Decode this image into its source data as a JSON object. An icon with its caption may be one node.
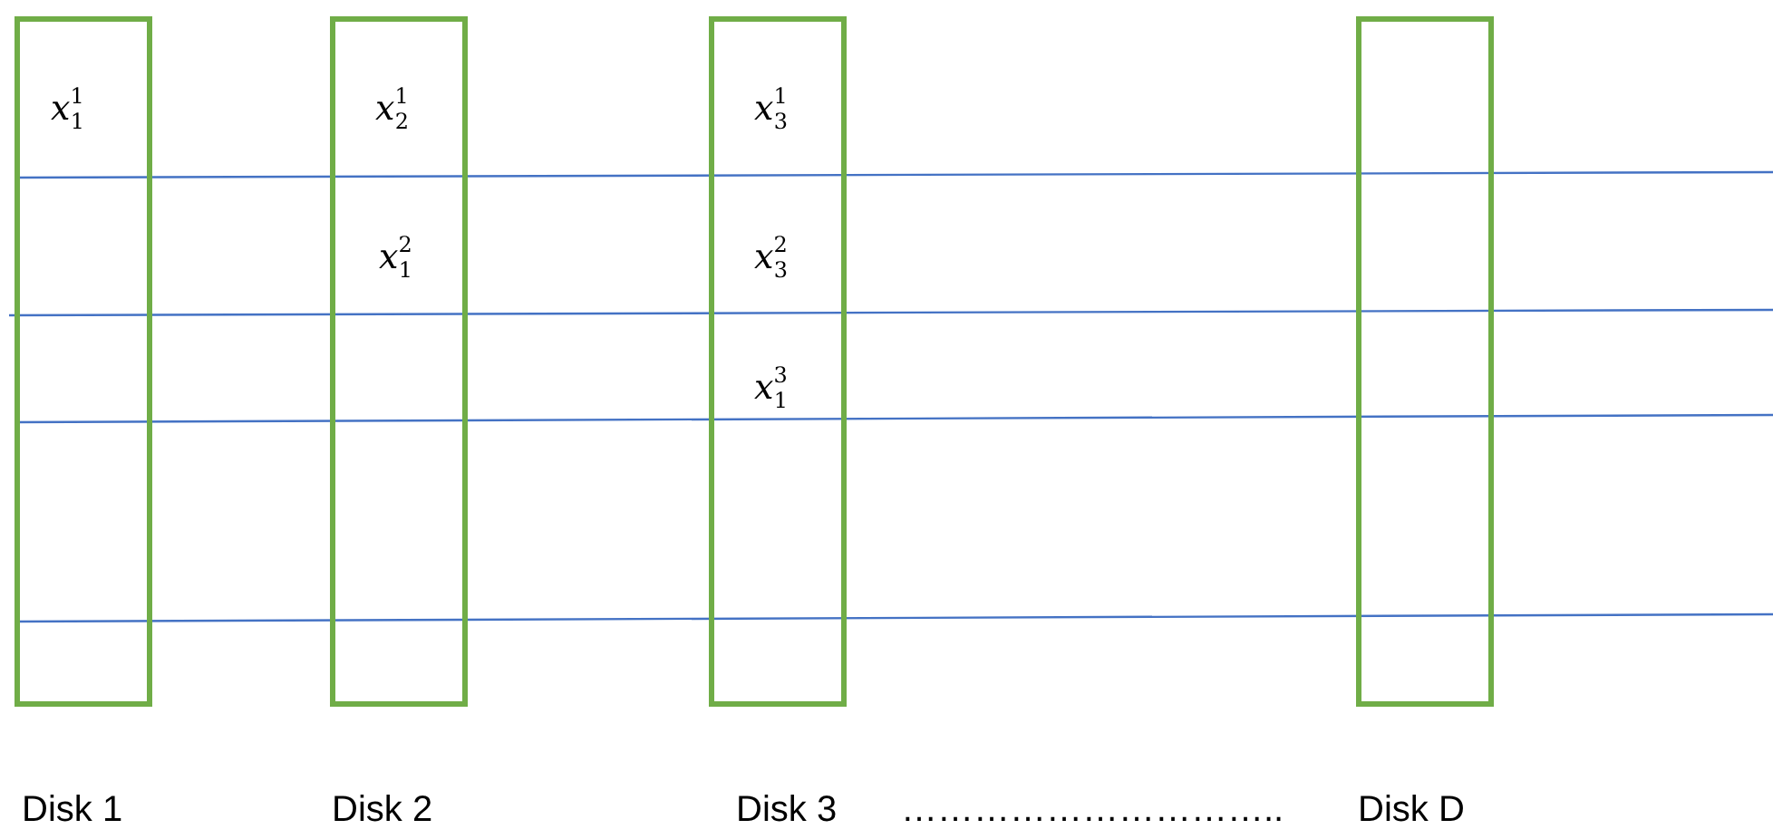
{
  "diagram": {
    "nodes": [
      {
        "text": [
          "*x*$^{1}$$_{1}$"
        ],
        "beside": [
          "Disk 1"
        ]
      },
      {
        "text": [
          "*x*$^{1}$$_{2}$",
          "*x*$^{2}$$_{1}$"
        ],
        "beside": [
          "Disk 2"
        ]
      },
      {
        "text": [
          "*x*$^{1}$$_{3}$",
          "*x*$^{2}$$_{3}$",
          "*x*$^{3}$$_{1}$"
        ],
        "beside": [
          "Disk 3"
        ]
      },
      {
        "text": [],
        "shape": "box",
        "beside": [
          "Disk D"
        ]
      }
    ],
    "edges": [],
    "labels": [
      "………………………….."
    ]
  }
}
